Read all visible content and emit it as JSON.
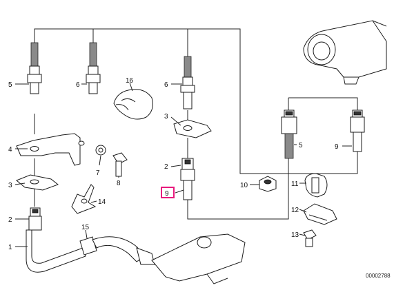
{
  "diagram": {
    "callouts": [
      {
        "id": "c5a",
        "text": "5"
      },
      {
        "id": "c6a",
        "text": "6"
      },
      {
        "id": "c16",
        "text": "16"
      },
      {
        "id": "c6b",
        "text": "6"
      },
      {
        "id": "c3a",
        "text": "3"
      },
      {
        "id": "c4",
        "text": "4"
      },
      {
        "id": "c7",
        "text": "7"
      },
      {
        "id": "c8",
        "text": "8"
      },
      {
        "id": "c2a",
        "text": "2"
      },
      {
        "id": "c3b",
        "text": "3"
      },
      {
        "id": "c14",
        "text": "14"
      },
      {
        "id": "c9a",
        "text": "9"
      },
      {
        "id": "c2b",
        "text": "2"
      },
      {
        "id": "c15",
        "text": "15"
      },
      {
        "id": "c1",
        "text": "1"
      },
      {
        "id": "c5b",
        "text": "5"
      },
      {
        "id": "c9b",
        "text": "9"
      },
      {
        "id": "c10",
        "text": "10"
      },
      {
        "id": "c11",
        "text": "11"
      },
      {
        "id": "c12",
        "text": "12"
      },
      {
        "id": "c13",
        "text": "13"
      }
    ],
    "reference": "00002788",
    "highlight_color": "#e8197d"
  }
}
